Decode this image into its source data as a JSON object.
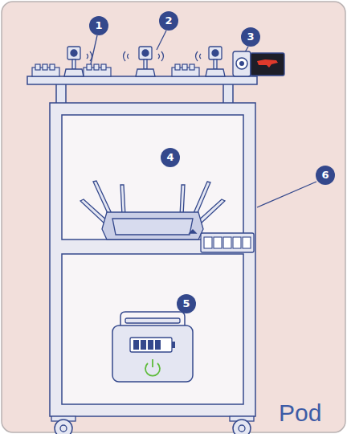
{
  "diagram": {
    "labels": [
      "1",
      "2",
      "3",
      "4",
      "5",
      "6",
      "Pod"
    ]
  }
}
